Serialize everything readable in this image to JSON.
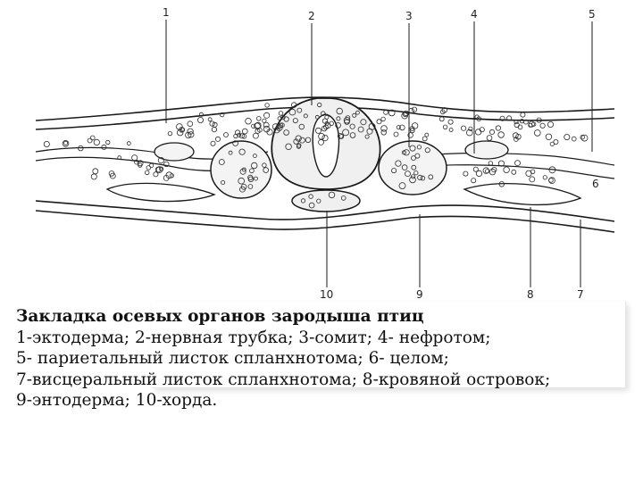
{
  "figure": {
    "labels": {
      "top": [
        "1",
        "2",
        "3",
        "4",
        "5"
      ],
      "right": "6",
      "bottom": [
        "10",
        "9",
        "8",
        "7"
      ]
    }
  },
  "caption": {
    "title": "Закладка осевых органов зародыша птиц",
    "line1": " 1-эктодерма; 2-нервная трубка; 3-сомит; 4- нефротом;",
    "line2": "5- париетальный листок спланхнотома; 6- целом;",
    "line3": "7-висцеральный листок спланхнотома; 8-кровяной островок;",
    "line4": "9-энтодерма; 10-хорда."
  },
  "colors": {
    "ink": "#1a1a1a",
    "background": "#ffffff"
  }
}
